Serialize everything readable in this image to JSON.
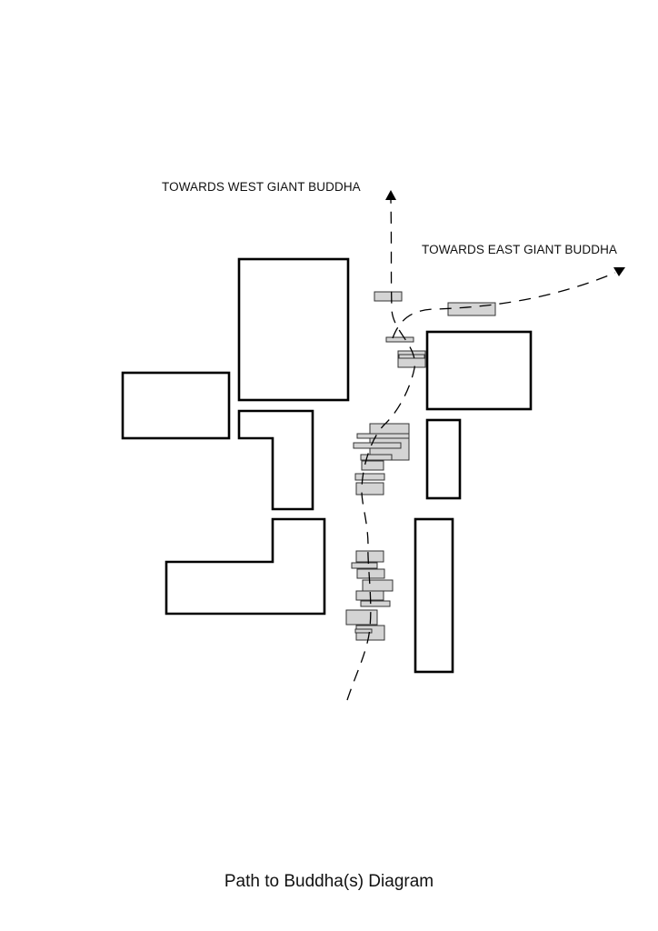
{
  "labels": {
    "west": "TOWARDS WEST GIANT BUDDHA",
    "east": "TOWARDS EAST GIANT BUDDHA"
  },
  "caption": "Path to Buddha(s) Diagram",
  "colors": {
    "building_outline": "#000000",
    "stall_fill": "#d4d4d4",
    "path_stroke": "#000000"
  }
}
